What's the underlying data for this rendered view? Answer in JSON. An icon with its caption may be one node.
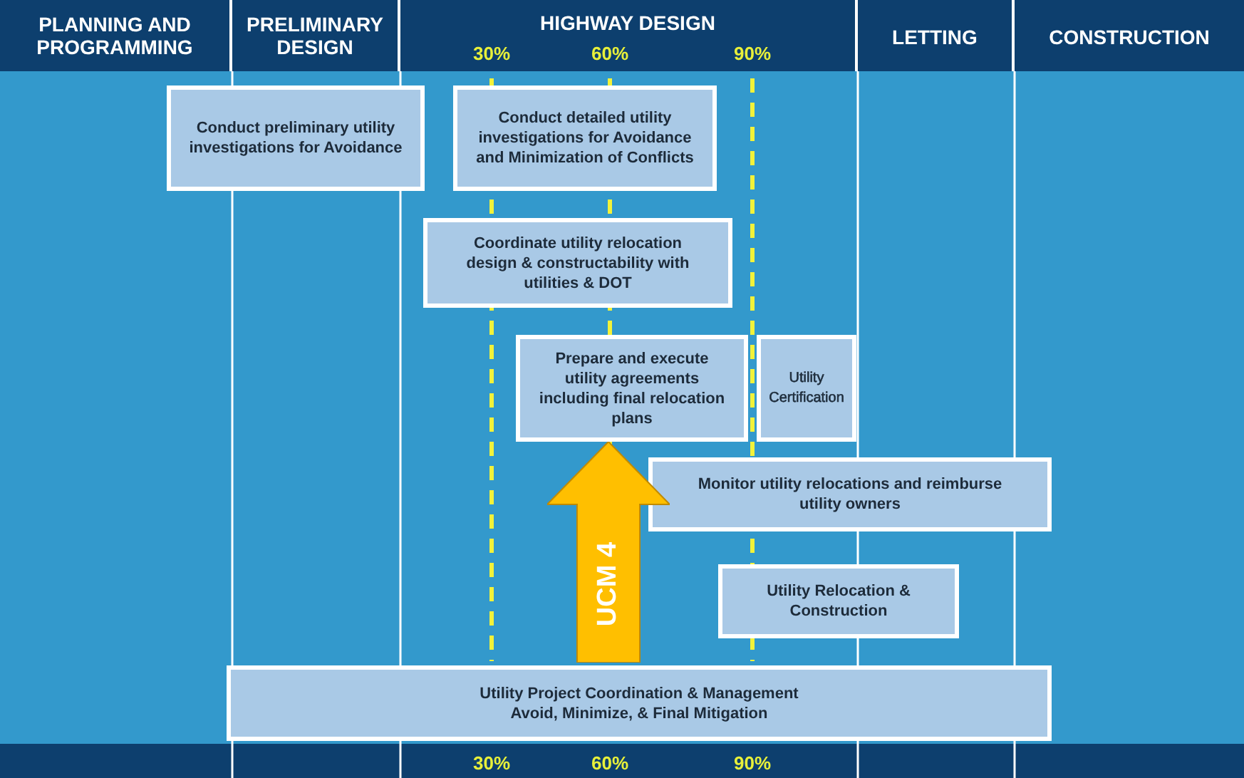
{
  "diagram": {
    "nodes": [
      {
        "text": [
          "PLANNING AND PROGRAMMING"
        ]
      },
      {
        "text": [
          "PRELIMINARY DESIGN"
        ]
      },
      {
        "text": [
          "HIGHWAY DESIGN",
          "30%",
          "60%",
          "90%"
        ]
      },
      {
        "text": [
          "LETTING"
        ]
      },
      {
        "text": [
          "CONSTRUCTION"
        ]
      },
      {
        "text": [
          "Conduct preliminary utility investigations for Avoidance"
        ]
      },
      {
        "text": [
          "Conduct detailed utility investigations for Avoidance and Minimization of Conflicts"
        ]
      },
      {
        "text": [
          "Coordinate utility relocation design & constructability with utilities & DOT"
        ]
      },
      {
        "text": [
          "Prepare and execute utility agreements including final relocation plans"
        ]
      },
      {
        "text": [
          "Utility Certification"
        ]
      },
      {
        "text": [
          "Monitor utility relocations and reimburse utility owners"
        ]
      },
      {
        "text": [
          "UCM 4"
        ]
      },
      {
        "text": [
          "Utility Relocation & Construction"
        ]
      },
      {
        "text": [
          "Utility Project Coordination & Management",
          "Avoid, Minimize, & Final Mitigation"
        ]
      }
    ],
    "labels": [
      "30%",
      "60%",
      "90%"
    ]
  }
}
